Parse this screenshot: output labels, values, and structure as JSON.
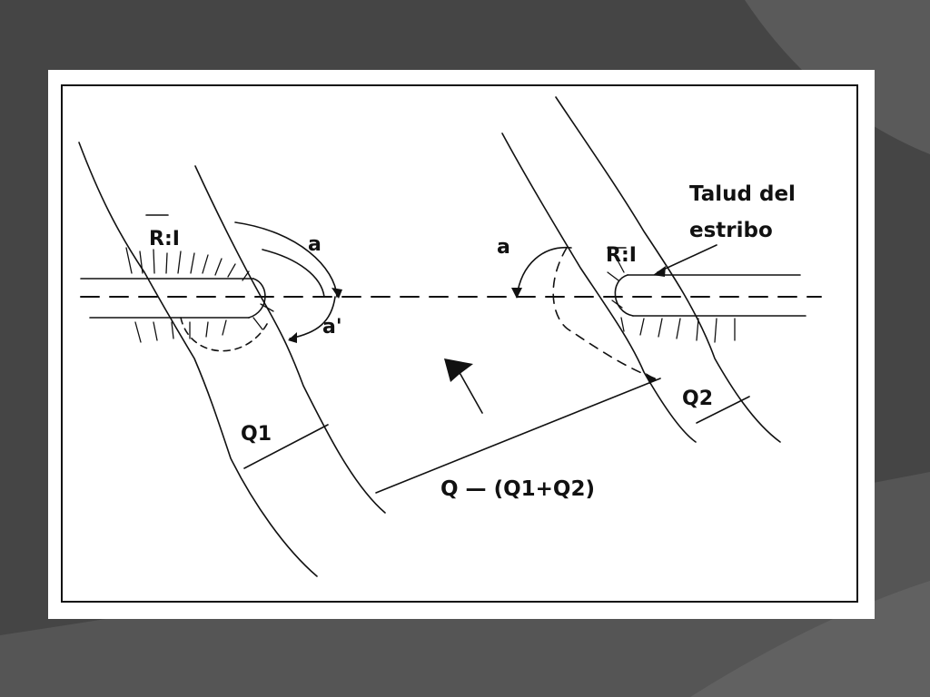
{
  "slide": {
    "background_color": "#4a4a4a",
    "accent_color": "#5a5a5a",
    "card_color": "#ffffff"
  },
  "diagram": {
    "labels": {
      "slope_left": "R:I",
      "slope_right": "R:I",
      "angle_a_left": "a",
      "angle_a_prime": "a'",
      "angle_a_right": "a",
      "annotation_line1": "Talud del",
      "annotation_line2": "estribo",
      "flow_q1": "Q1",
      "flow_q2": "Q2",
      "flow_middle": "Q — (Q1+Q2)"
    },
    "line_color": "#111111"
  }
}
